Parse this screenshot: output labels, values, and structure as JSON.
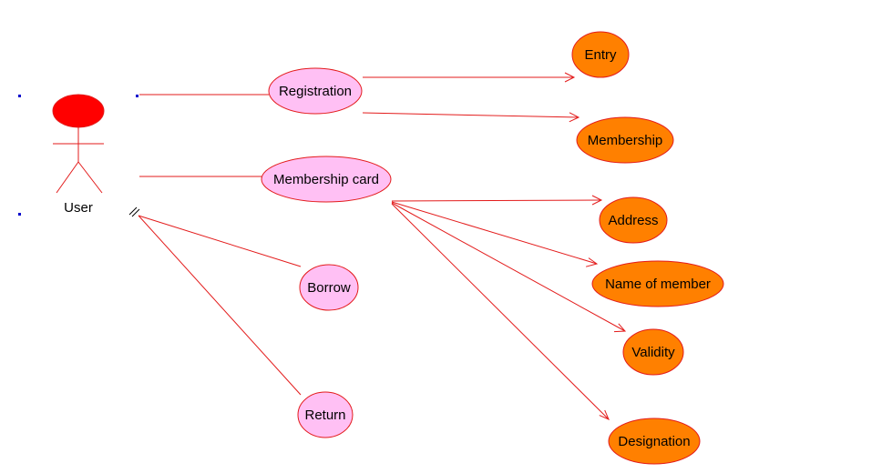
{
  "colors": {
    "line": "#e31b1b",
    "actor_head": "#ff0000",
    "pink_fill": "#ffc0f4",
    "orange_fill": "#ff8000",
    "marker": "#0000cc"
  },
  "actor": {
    "label": "User"
  },
  "use_cases": [
    {
      "id": "registration",
      "label": "Registration",
      "style": "pink"
    },
    {
      "id": "membership-card",
      "label": "Membership card",
      "style": "pink"
    },
    {
      "id": "borrow",
      "label": "Borrow",
      "style": "pink"
    },
    {
      "id": "return",
      "label": "Return",
      "style": "pink"
    },
    {
      "id": "entry",
      "label": "Entry",
      "style": "orange"
    },
    {
      "id": "membership",
      "label": "Membership",
      "style": "orange"
    },
    {
      "id": "address",
      "label": "Address",
      "style": "orange"
    },
    {
      "id": "name-of-member",
      "label": "Name of member",
      "style": "orange"
    },
    {
      "id": "validity",
      "label": "Validity",
      "style": "orange"
    },
    {
      "id": "designation",
      "label": "Designation",
      "style": "orange"
    }
  ],
  "associations": [
    {
      "from": "actor",
      "to": "registration",
      "arrow": false
    },
    {
      "from": "actor",
      "to": "membership-card",
      "arrow": false
    },
    {
      "from": "actor",
      "to": "borrow",
      "arrow": false
    },
    {
      "from": "actor",
      "to": "return",
      "arrow": false
    },
    {
      "from": "registration",
      "to": "entry",
      "arrow": true
    },
    {
      "from": "registration",
      "to": "membership",
      "arrow": true
    },
    {
      "from": "membership-card",
      "to": "address",
      "arrow": true
    },
    {
      "from": "membership-card",
      "to": "name-of-member",
      "arrow": true
    },
    {
      "from": "membership-card",
      "to": "validity",
      "arrow": true
    },
    {
      "from": "membership-card",
      "to": "designation",
      "arrow": true
    }
  ]
}
